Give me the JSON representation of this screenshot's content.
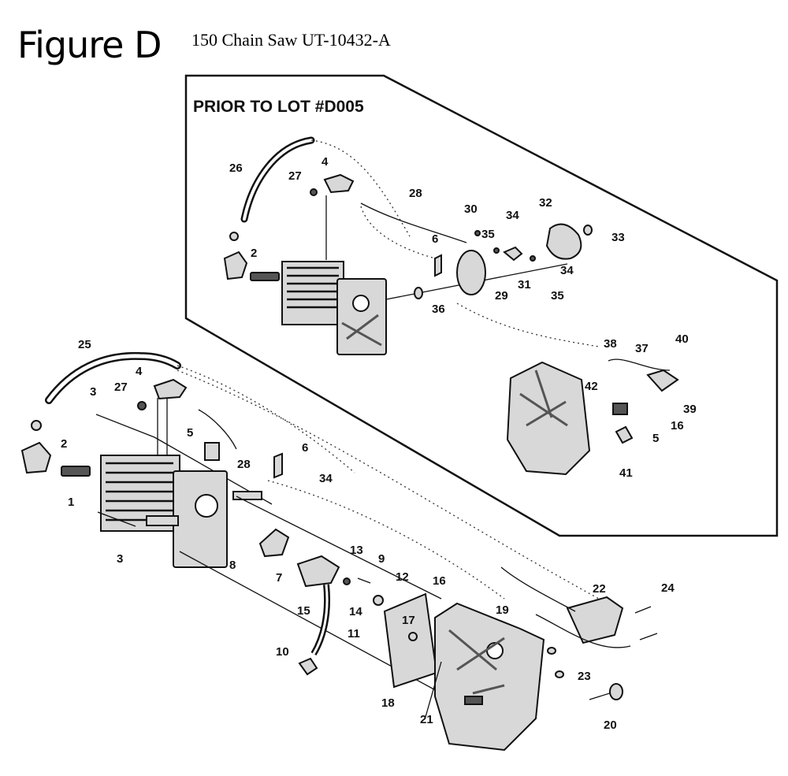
{
  "header": {
    "figure_label": "Figure D",
    "subtitle": "150 Chain Saw UT-10432-A"
  },
  "inset": {
    "title": "PRIOR TO LOT #D005",
    "callouts": [
      "26",
      "27",
      "4",
      "2",
      "28",
      "30",
      "34",
      "32",
      "33",
      "6",
      "35",
      "31",
      "34",
      "29",
      "35",
      "36",
      "38",
      "37",
      "40",
      "42",
      "39",
      "16",
      "5",
      "41"
    ]
  },
  "main": {
    "callouts": [
      "25",
      "4",
      "3",
      "27",
      "2",
      "1",
      "5",
      "28",
      "6",
      "34",
      "3",
      "8",
      "13",
      "9",
      "7",
      "12",
      "16",
      "14",
      "15",
      "11",
      "17",
      "19",
      "22",
      "24",
      "10",
      "18",
      "23",
      "21",
      "20"
    ]
  }
}
